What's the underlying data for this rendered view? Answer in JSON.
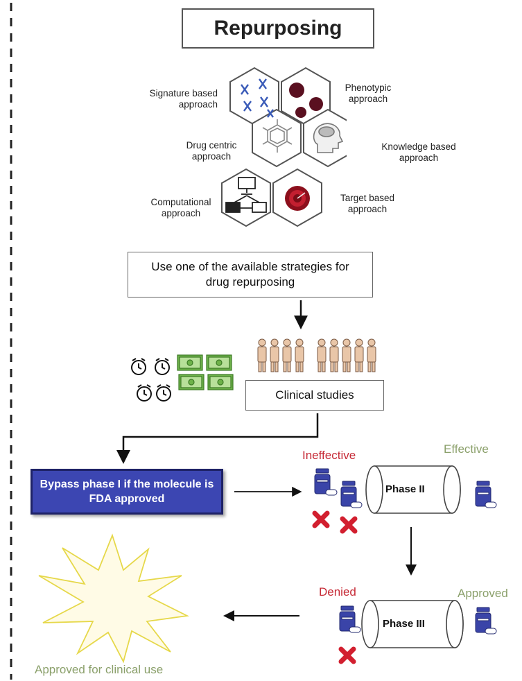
{
  "title": "Repurposing",
  "approaches": {
    "signature": "Signature based approach",
    "phenotypic": "Phenotypic approach",
    "drug_centric": "Drug centric approach",
    "knowledge": "Knowledge based approach",
    "computational": "Computational approach",
    "target": "Target based approach"
  },
  "strategy_text": "Use one of the available strategies for drug repurposing",
  "clinical_studies": "Clinical studies",
  "bypass_text": "Bypass phase I if the molecule is FDA approved",
  "phase2": {
    "label": "Phase II",
    "fail": "Ineffective",
    "pass": "Effective"
  },
  "phase3": {
    "label": "Phase III",
    "fail": "Denied",
    "pass": "Approved"
  },
  "final": "Approved for clinical use",
  "colors": {
    "fail": "#c62a36",
    "pass": "#8ba06b",
    "bypass": "#3c46b2",
    "drug": "#3a44a8",
    "money": "#6eb24a"
  }
}
